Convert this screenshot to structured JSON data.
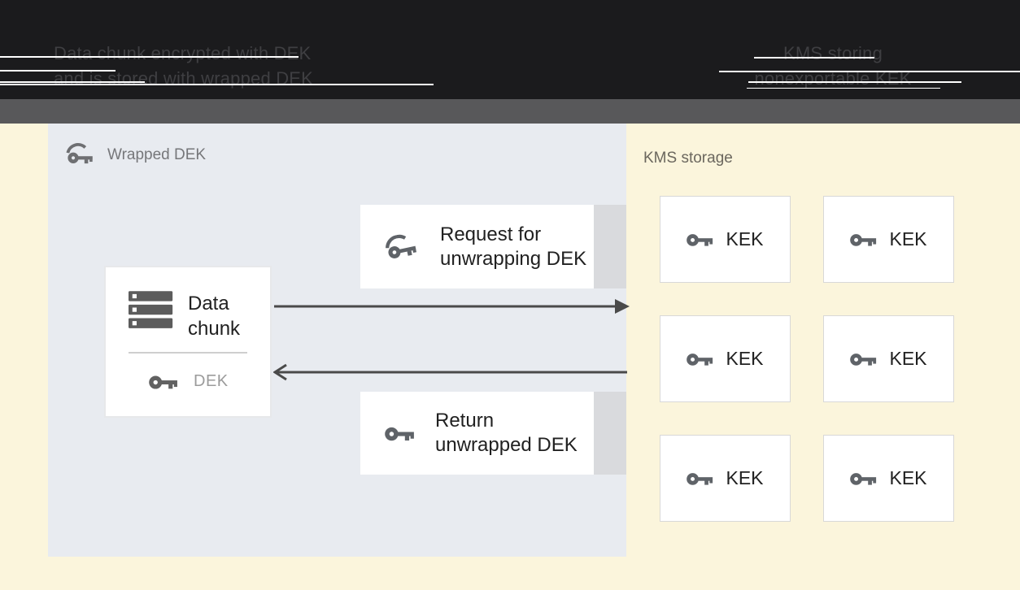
{
  "header": {
    "left_caption_line1": "Data chunk encrypted with DEK",
    "left_caption_line2": "and is stored with wrapped DEK",
    "right_caption_line1": "KMS storing",
    "right_caption_line2": "nonexportable KEK"
  },
  "panel": {
    "label": "Wrapped DEK"
  },
  "kms": {
    "label": "KMS storage",
    "kek_labels": [
      "KEK",
      "KEK",
      "KEK",
      "KEK",
      "KEK",
      "KEK"
    ]
  },
  "data_chunk_box": {
    "title_line1": "Data",
    "title_line2": "chunk",
    "dek_label": "DEK"
  },
  "request_box": {
    "line1": "Request for",
    "line2": "unwrapping DEK"
  },
  "return_box": {
    "line1": "Return",
    "line2": "unwrapped DEK"
  },
  "icons": {
    "wrapped_key": "wrapped-key-icon",
    "key": "key-icon",
    "data_chunk": "data-chunk-stack-icon",
    "request_arrow": "right-arrow-icon",
    "return_arrow": "left-arrow-icon"
  },
  "colors": {
    "black_band": "#1b1b1d",
    "gray_band": "#58585a",
    "caption_text": "#3f3f42",
    "cream_bg": "#fbf5dc",
    "panel_bg": "#e8ebf0",
    "box_bg": "#ffffff",
    "box_border": "#d8d8d8",
    "tab_gray": "#d9dadd",
    "icon_gray": "#5f6368",
    "text_dark": "#212121",
    "text_muted": "#9b9b9b",
    "wrapped_label": "#76777a",
    "kms_label": "#6b675e",
    "arrow": "#4a4a4a"
  }
}
